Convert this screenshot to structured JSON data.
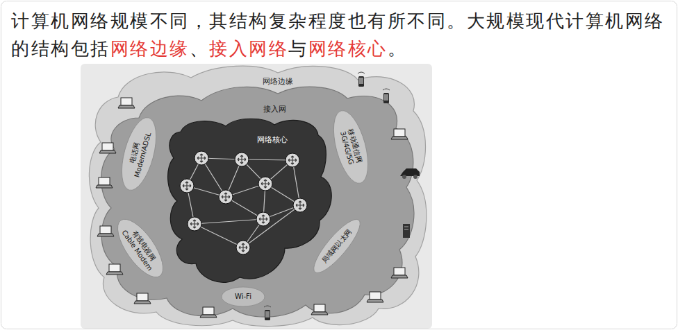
{
  "diagram": {
    "nodes": [
      {
        "text": [
          "网络边缘"
        ]
      },
      {
        "text": [
          "接入网"
        ],
        "in": 0
      },
      {
        "text": [
          "网络核心"
        ],
        "in": 1
      },
      {
        "text": [
          "电话网",
          "Modem/ADSL"
        ],
        "in": 1
      },
      {
        "text": [
          "移动通信网",
          "3G/4G/5G"
        ],
        "in": 1
      },
      {
        "text": [
          "有线电视网",
          "Cable Modem"
        ],
        "in": 1
      },
      {
        "text": [
          "局域网以太网"
        ],
        "in": 1
      },
      {
        "text": [
          "Wi-Fi"
        ],
        "in": 1
      }
    ],
    "labels": [
      "计算机网络规模不同，其结构复杂程度也有所不同。大规模现代计算机网络的结构包括",
      "网络边缘",
      "、",
      "接入网络",
      "与",
      "网络核心",
      "。"
    ]
  }
}
